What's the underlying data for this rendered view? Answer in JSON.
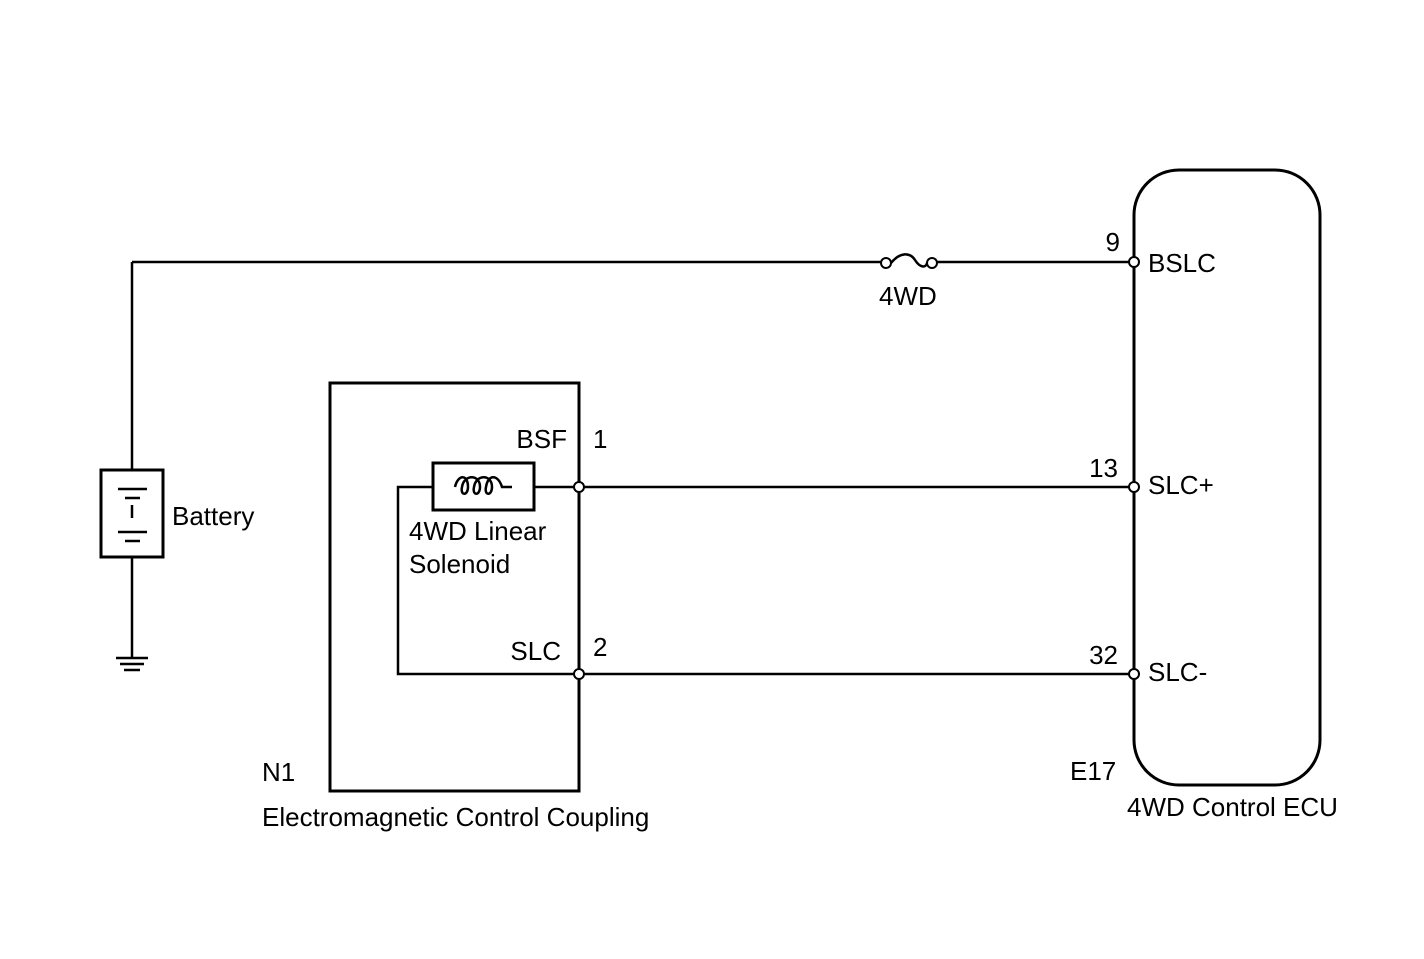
{
  "battery": {
    "label": "Battery"
  },
  "fuse": {
    "label": "4WD"
  },
  "coupling": {
    "connector": "N1",
    "name": "Electromagnetic Control Coupling",
    "solenoid_line1": "4WD Linear",
    "solenoid_line2": "Solenoid",
    "pins": [
      {
        "pin": "1",
        "signal": "BSF"
      },
      {
        "pin": "2",
        "signal": "SLC"
      }
    ]
  },
  "ecu": {
    "connector": "E17",
    "name": "4WD Control ECU",
    "pins": [
      {
        "pin": "9",
        "signal": "BSLC"
      },
      {
        "pin": "13",
        "signal": "SLC+"
      },
      {
        "pin": "32",
        "signal": "SLC-"
      }
    ]
  }
}
